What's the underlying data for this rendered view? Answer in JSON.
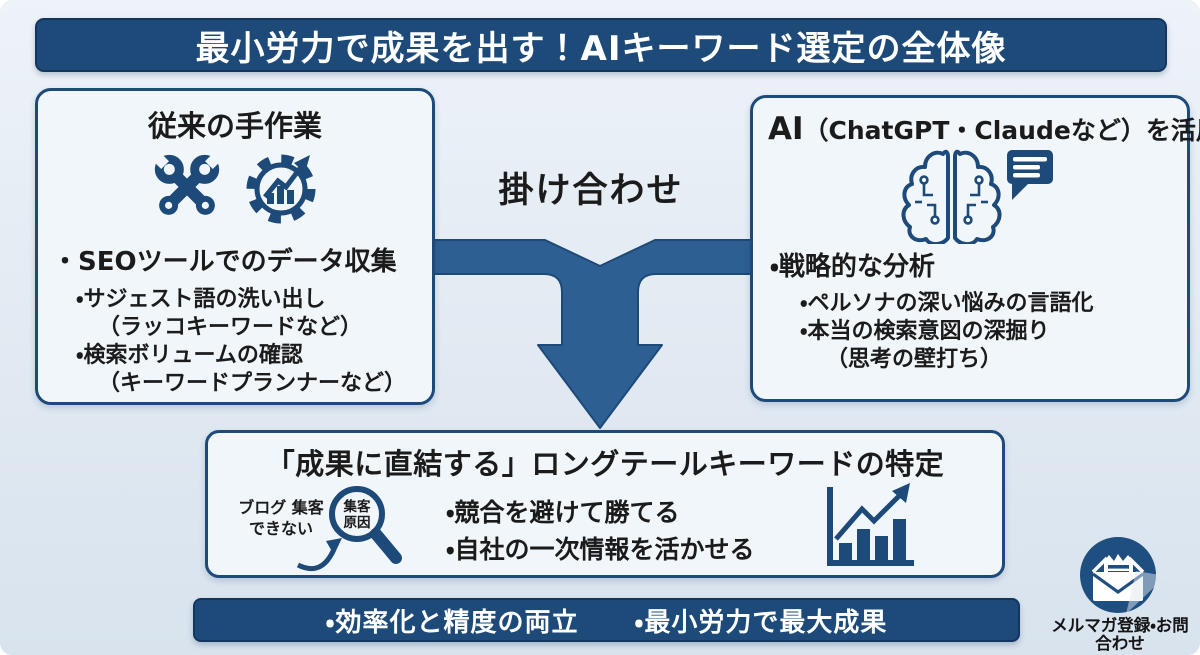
{
  "header": {
    "title": "最小労力で成果を出す！AIキーワード選定の全体像"
  },
  "left_box": {
    "title": "従来の手作業",
    "bullet": "・SEOツールでのデータ収集",
    "sub_bullets": [
      "・サジェスト語の洗い出し",
      "（ラッコキーワードなど）",
      "・検索ボリュームの確認",
      "（キーワードプランナーなど）"
    ]
  },
  "center": {
    "label": "掛け合わせ"
  },
  "right_box": {
    "title_prefix": "AI",
    "title_suffix": "（ChatGPT・Claudeなど）を活用",
    "bullet": "・戦略的な分析",
    "sub_bullets": [
      "・ペルソナの深い悩みの言語化",
      "・本当の検索意図の深掘り",
      "（思考の壁打ち）"
    ]
  },
  "result_box": {
    "title": "「成果に直結する」ロングテールキーワードの特定",
    "magnifier": {
      "outside_line1": "ブログ 集客",
      "outside_line2": "できない",
      "inside_line1": "集客",
      "inside_line2": "原因"
    },
    "bullets": [
      "・競合を避けて勝てる",
      "・自社の一次情報を活かせる"
    ]
  },
  "footer": {
    "item1": "・効率化と精度の両立",
    "item2": "・最小労力で最大成果"
  },
  "badge": {
    "line1": "メルマガ登録・お問",
    "line2": "合わせ"
  },
  "icons": {
    "left_box": [
      "crossed-wrenches-icon",
      "gear-growth-chart-icon"
    ],
    "right_box": [
      "circuit-brain-icon",
      "chat-bubble-icon"
    ],
    "result_box": [
      "magnifier-icon",
      "bar-chart-growth-icon"
    ],
    "badge": "newsletter-envelope-icon"
  },
  "colors": {
    "navy": "#1d4a78",
    "navy_dark": "#14365c",
    "arrow_blue": "#2e5f93",
    "panel_bg": "#f1f6fa",
    "page_bg": "#e3ebf3",
    "text_dark": "#1b1b1b",
    "white": "#ffffff"
  }
}
